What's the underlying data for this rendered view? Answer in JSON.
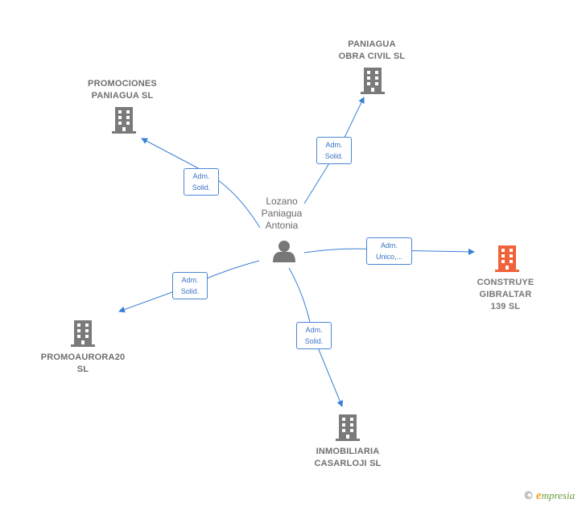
{
  "center": {
    "name": "Lozano\nPaniagua\nAntonia"
  },
  "companies": [
    {
      "id": "paniagua-obra-civil",
      "name": "PANIAGUA\nOBRA CIVIL  SL",
      "highlight": false
    },
    {
      "id": "promociones-paniagua",
      "name": "PROMOCIONES\nPANIAGUA  SL",
      "highlight": false
    },
    {
      "id": "construye-gibraltar",
      "name": "CONSTRUYE\nGIBRALTAR\n139  SL",
      "highlight": true
    },
    {
      "id": "promoaurora20",
      "name": "PROMOAURORA20\nSL",
      "highlight": false
    },
    {
      "id": "inmobiliaria-casarloji",
      "name": "INMOBILIARIA\nCASARLOJI  SL",
      "highlight": false
    }
  ],
  "edges": [
    {
      "to": "paniagua-obra-civil",
      "label": "Adm.\nSolid."
    },
    {
      "to": "promociones-paniagua",
      "label": "Adm.\nSolid."
    },
    {
      "to": "construye-gibraltar",
      "label": "Adm.\nUnico,..."
    },
    {
      "to": "promoaurora20",
      "label": "Adm.\nSolid."
    },
    {
      "to": "inmobiliaria-casarloji",
      "label": "Adm.\nSolid."
    }
  ],
  "colors": {
    "edge": "#3a7fd5",
    "building": "#7a7a7a",
    "building_highlight": "#f0623a",
    "person": "#777777"
  },
  "brand": {
    "copyright": "©",
    "e": "e",
    "rest": "mpresia"
  }
}
